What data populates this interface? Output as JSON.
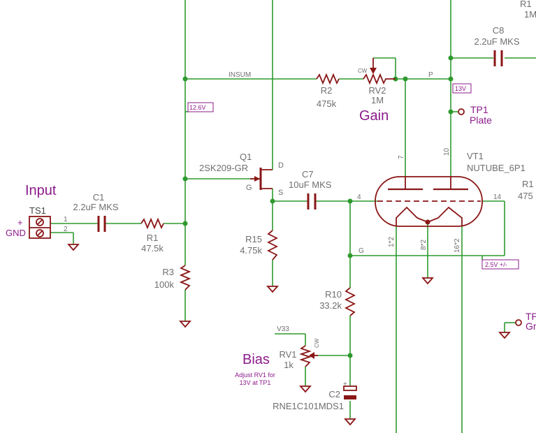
{
  "headings": {
    "input": "Input",
    "gain": "Gain",
    "bias": "Bias",
    "bias_note_line1": "Adjust RV1 for",
    "bias_note_line2": "13V at TP1"
  },
  "connector": {
    "ref": "TS1",
    "plus": "+",
    "gnd": "GND",
    "pin1": "1",
    "pin2": "2"
  },
  "components": {
    "c1": {
      "ref": "C1",
      "value": "2.2uF MKS"
    },
    "r1": {
      "ref": "R1",
      "value": "47.5k"
    },
    "r3": {
      "ref": "R3",
      "value": "100k"
    },
    "q1": {
      "ref": "Q1",
      "value": "2SK209-GR",
      "pin_d": "D",
      "pin_g": "G",
      "pin_s": "S"
    },
    "c7": {
      "ref": "C7",
      "value": "10uF MKS"
    },
    "r15": {
      "ref": "R15",
      "value": "4.75k"
    },
    "r2": {
      "ref": "R2",
      "value": "475k"
    },
    "rv2": {
      "ref": "RV2",
      "value": "1M",
      "cw": "CW"
    },
    "c8": {
      "ref": "C8",
      "value": "2.2uF MKS"
    },
    "vt1": {
      "ref": "VT1",
      "value": "NUTUBE_6P1",
      "pin4": "4",
      "pin7": "7",
      "pin10": "10",
      "pin14": "14",
      "pin1": "1*2",
      "pin8": "8*2",
      "pin16": "16*2"
    },
    "r10": {
      "ref": "R10",
      "value": "33.2k"
    },
    "rv1": {
      "ref": "RV1",
      "value": "1k",
      "cw": "CW"
    },
    "c2": {
      "ref": "C2",
      "value": "RNE1C101MDS1",
      "plus": "+"
    },
    "r11_partial": {
      "ref": "R1",
      "value": "1M"
    },
    "r_right_partial": {
      "ref": "R1",
      "value": "475"
    }
  },
  "nets": {
    "insum": "INSUM",
    "p": "P",
    "g": "G",
    "v33": "V33"
  },
  "flags": {
    "v12_6": "12.6V",
    "v13": "13V",
    "v2_5": "2.5V +/-"
  },
  "testpoints": {
    "tp1": {
      "ref": "TP1",
      "label": "Plate"
    },
    "tp2_partial": {
      "ref": "TP",
      "label": "Gr"
    }
  }
}
